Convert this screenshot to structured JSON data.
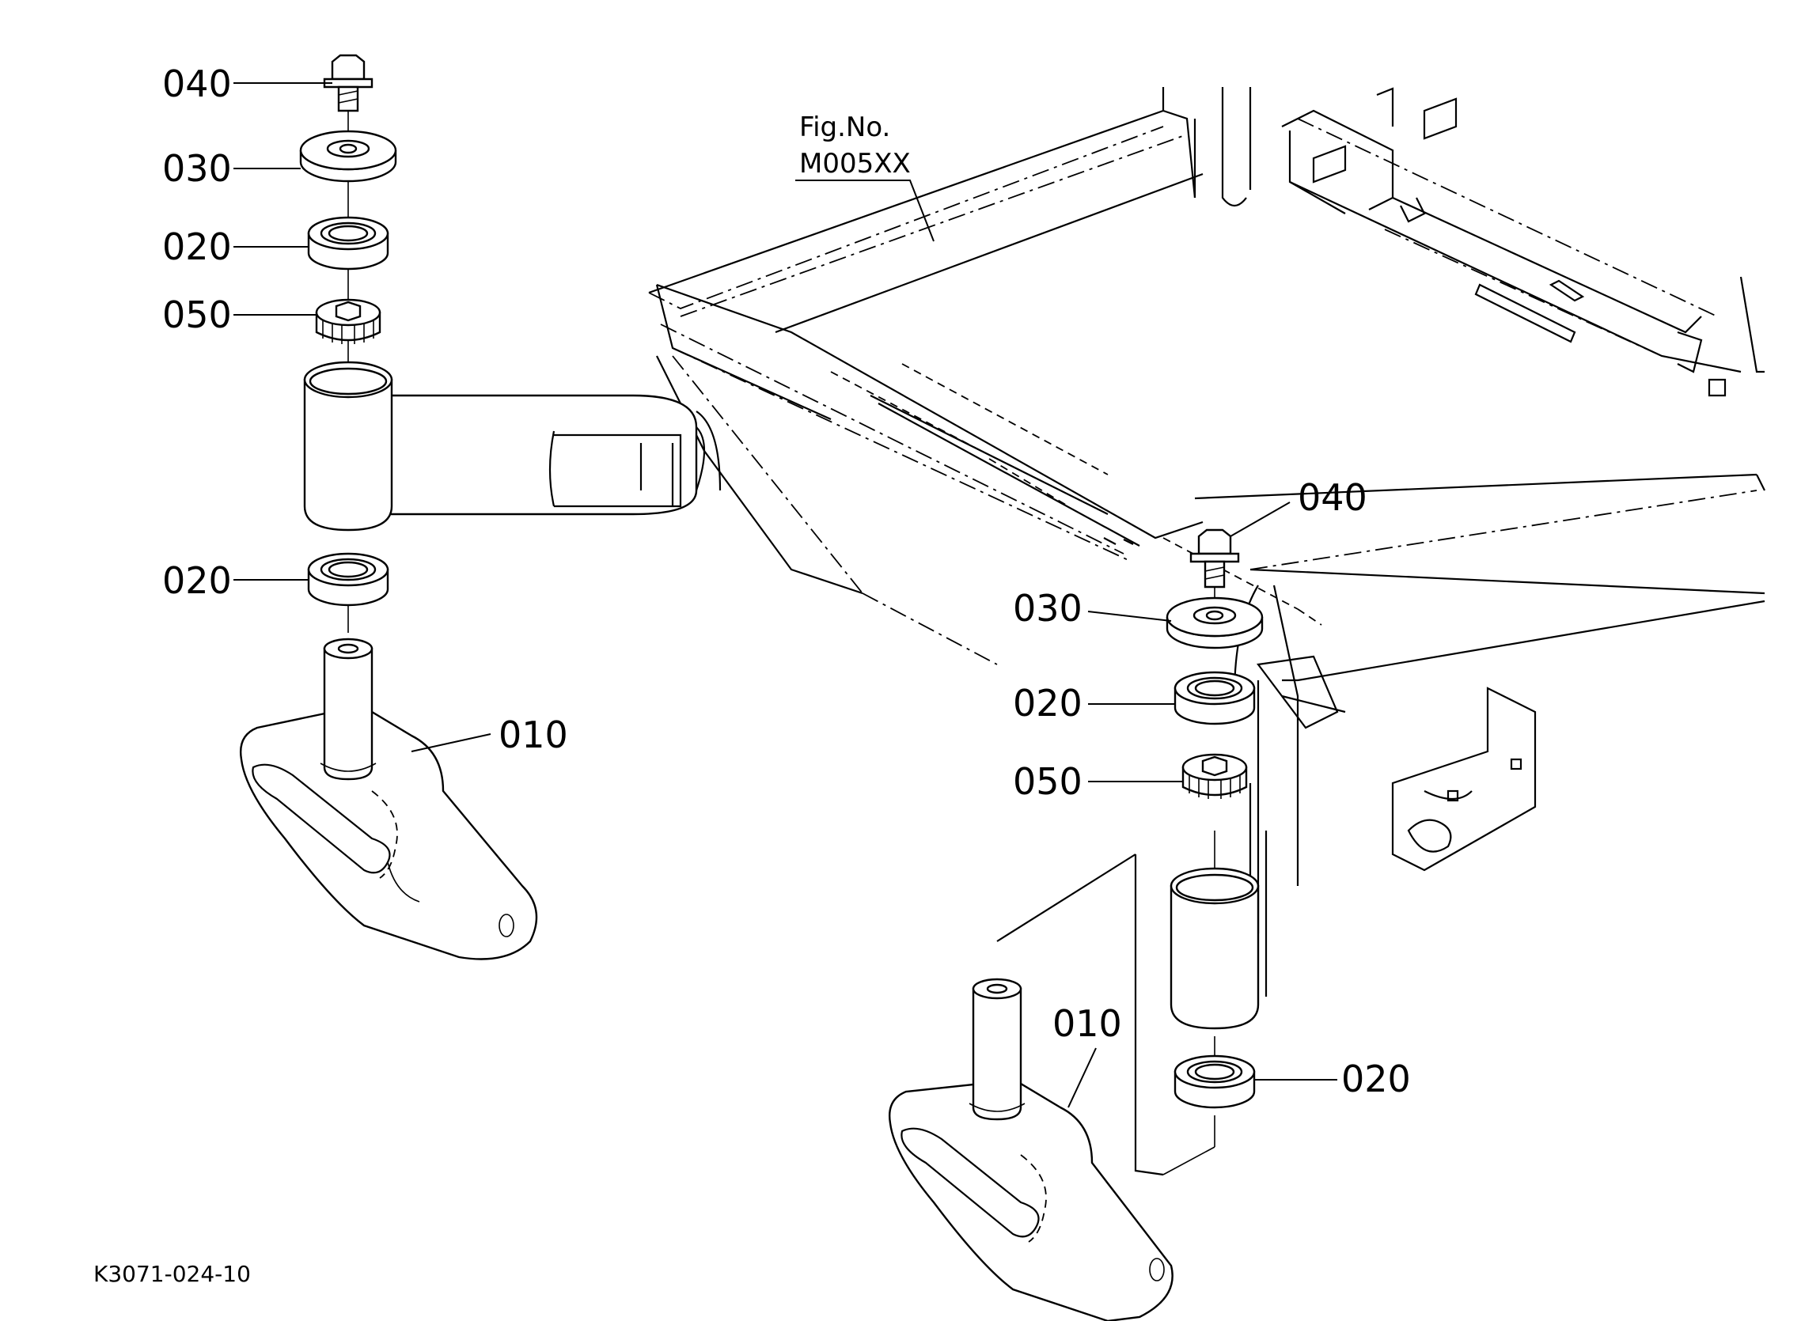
{
  "figure_reference": {
    "line1": "Fig.No.",
    "line2": "M005XX"
  },
  "drawing_number": "K3071-024-10",
  "callouts_left": {
    "c040": "040",
    "c030": "030",
    "c020_top": "020",
    "c050": "050",
    "c020_bottom": "020",
    "c010": "010"
  },
  "callouts_right": {
    "c040": "040",
    "c030": "030",
    "c020_top": "020",
    "c050": "050",
    "c010": "010",
    "c020_bottom": "020"
  }
}
